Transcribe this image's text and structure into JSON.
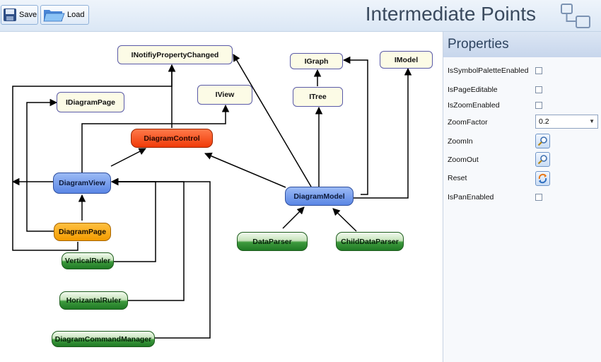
{
  "toolbar": {
    "save_label": "Save",
    "load_label": "Load",
    "title": "Intermediate Points"
  },
  "diagram": {
    "nodes": {
      "inotify": "INotifiyPropertyChanged",
      "igraph": "IGraph",
      "imodel": "IModel",
      "idiagrampage": "IDiagramPage",
      "iview": "IView",
      "itree": "ITree",
      "diagramcontrol": "DiagramControl",
      "diagramview": "DiagramView",
      "diagrammodel": "DiagramModel",
      "diagrampage": "DiagramPage",
      "dataparser": "DataParser",
      "childdataparser": "ChildDataParser",
      "verticalruler": "VerticalRuler",
      "horizontalruler": "HorizantalRuler",
      "commandmanager": "DiagramCommandManager"
    }
  },
  "properties": {
    "title": "Properties",
    "is_symbol_palette_enabled": "IsSymbolPaletteEnabled",
    "is_page_editable": "IsPageEditable",
    "is_zoom_enabled": "IsZoomEnabled",
    "zoom_factor": "ZoomFactor",
    "zoom_factor_value": "0.2",
    "zoom_in": "ZoomIn",
    "zoom_out": "ZoomOut",
    "reset": "Reset",
    "is_pan_enabled": "IsPanEnabled"
  }
}
